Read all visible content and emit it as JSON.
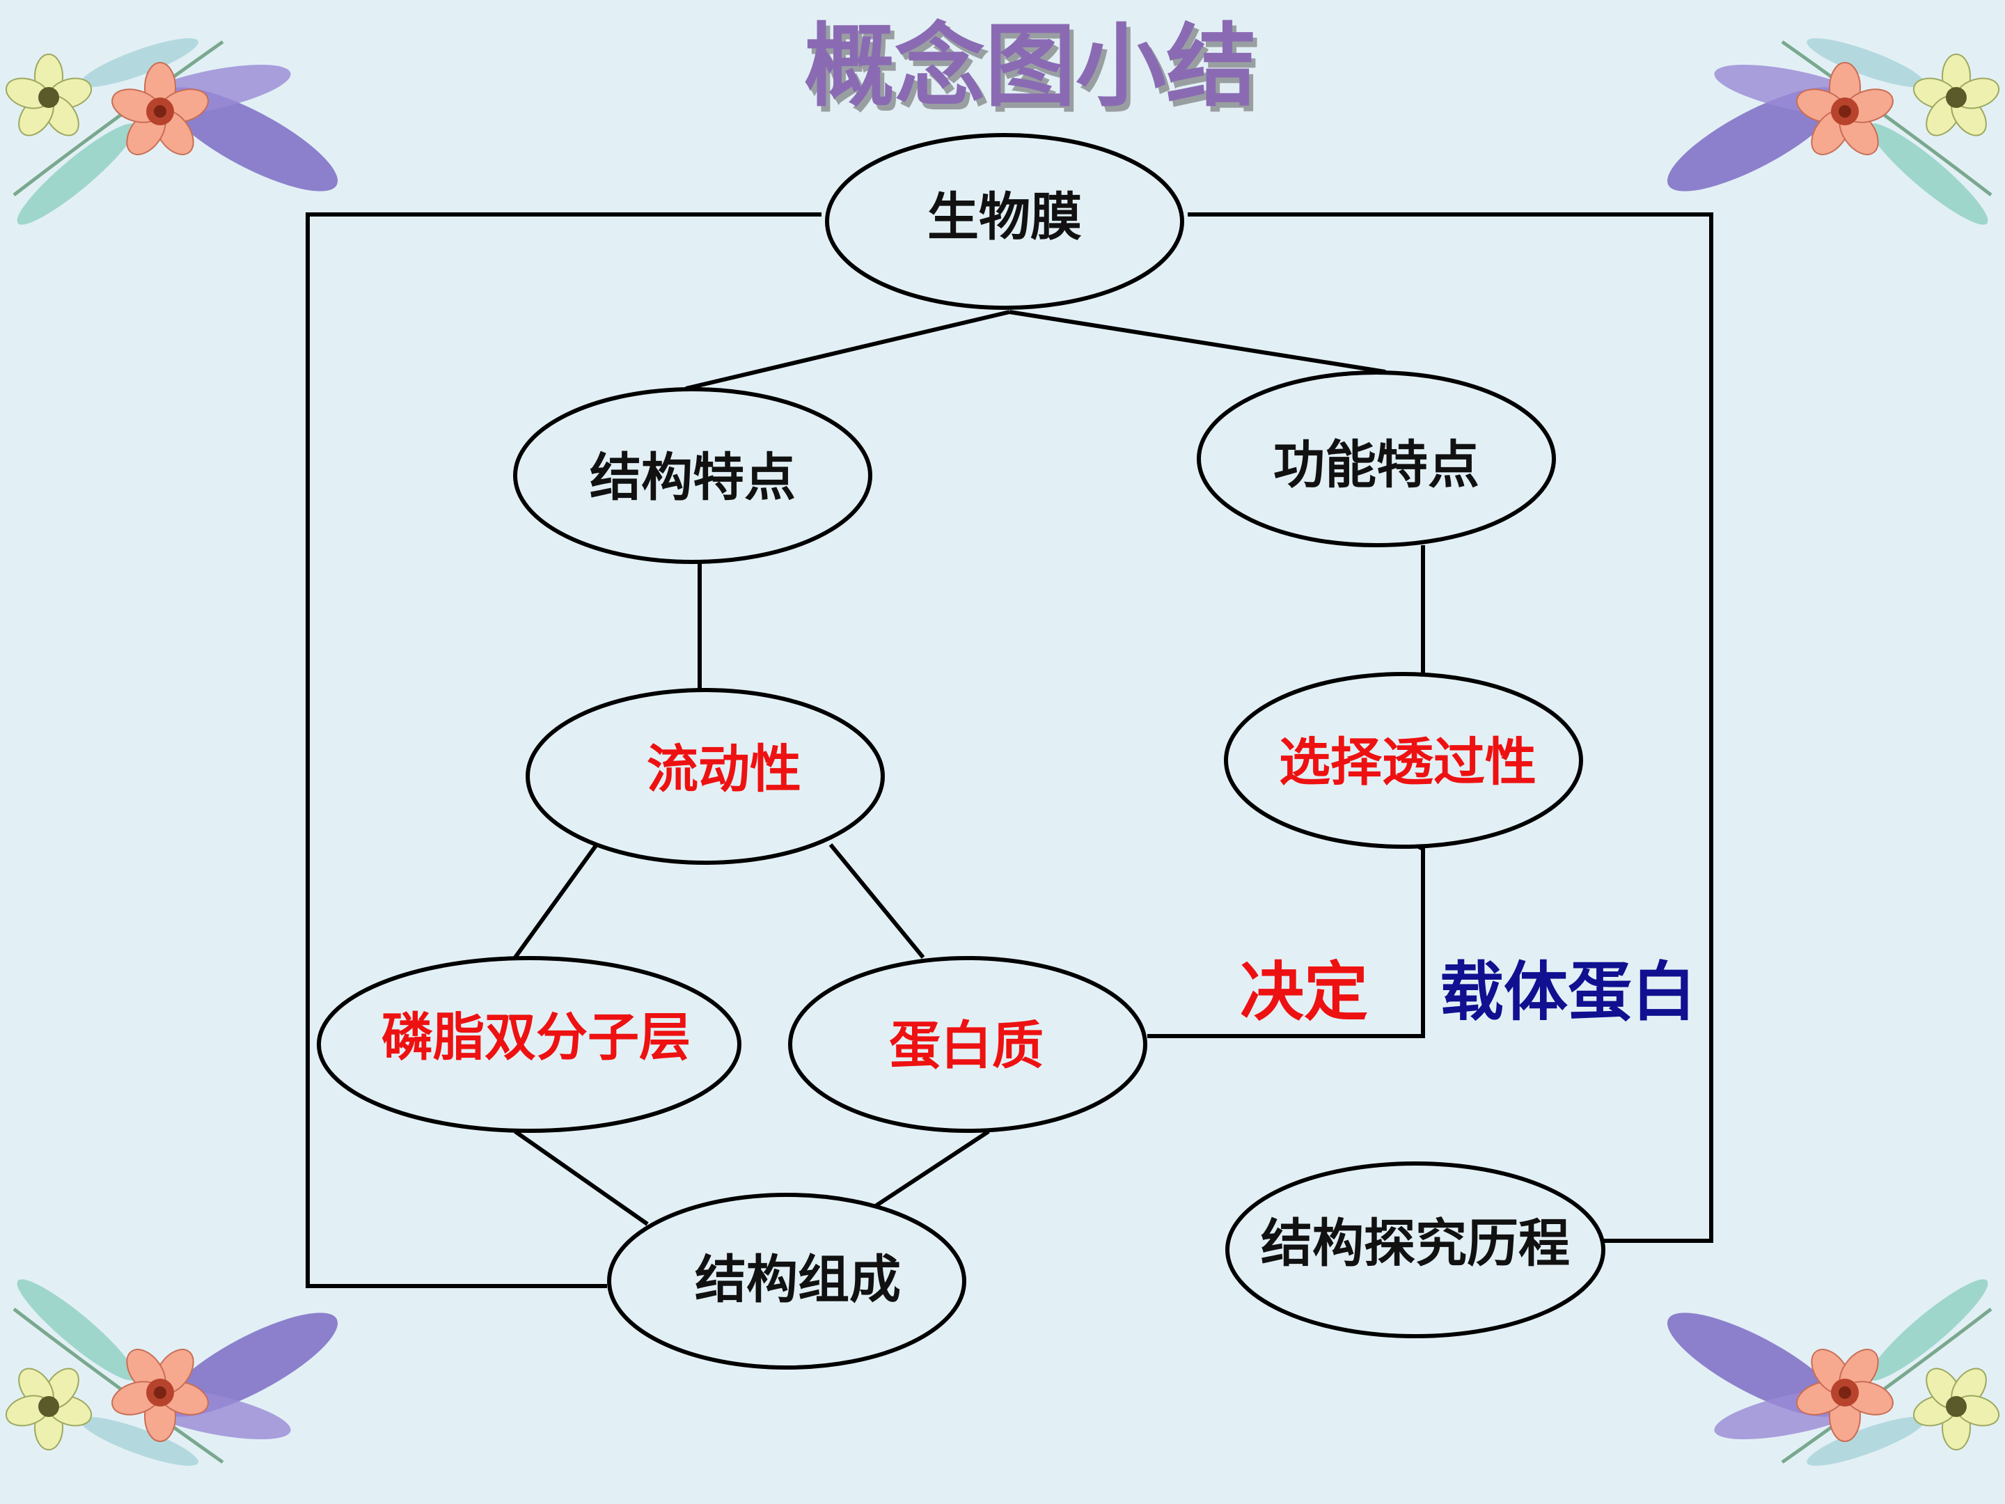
{
  "slide": {
    "title": "概念图小结",
    "colors": {
      "background": "#e2f0f5",
      "title_fill": "#8a6bb3",
      "title_shadow": "#6a6a6a",
      "line": "#000000",
      "black_text": "#111111",
      "red_text": "#ee1111",
      "blue_text": "#101090"
    }
  },
  "nodes": {
    "membrane": "生物膜",
    "structure_feature": "结构特点",
    "function_feature": "功能特点",
    "fluidity": "流动性",
    "selective_permeability": "选择透过性",
    "phospholipid_bilayer": "磷脂双分子层",
    "protein": "蛋白质",
    "structure_composition": "结构组成",
    "exploration_history": "结构探究历程"
  },
  "labels": {
    "determines": "决定",
    "carrier_protein": "载体蛋白"
  },
  "decorations": {
    "corner_art": "watercolor-flower-corner-icon"
  }
}
